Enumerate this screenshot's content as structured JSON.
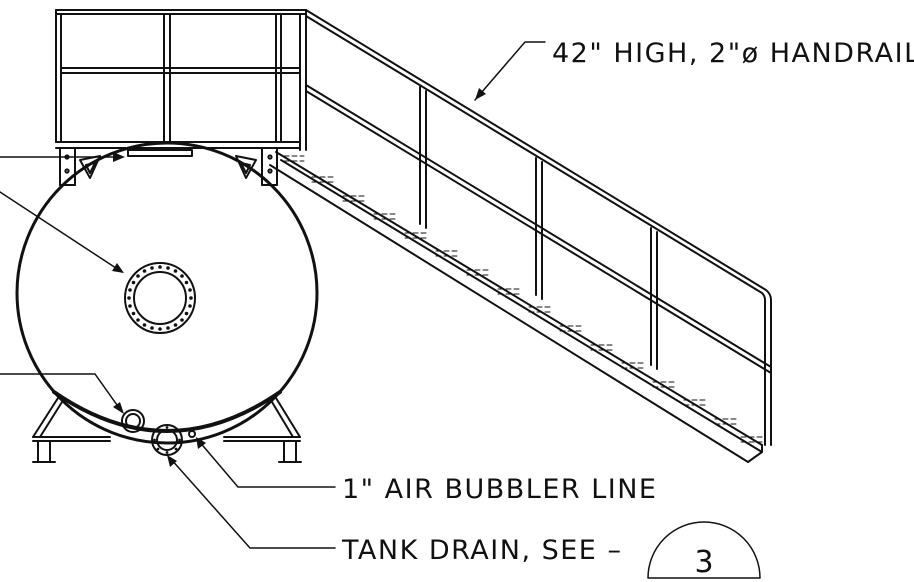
{
  "callouts": {
    "handrail": "42\" HIGH, 2\"ø HANDRAIL",
    "air_bubbler": "1\" AIR BUBBLER LINE",
    "tank_drain": "TANK DRAIN, SEE –",
    "detail_ref": "3"
  }
}
